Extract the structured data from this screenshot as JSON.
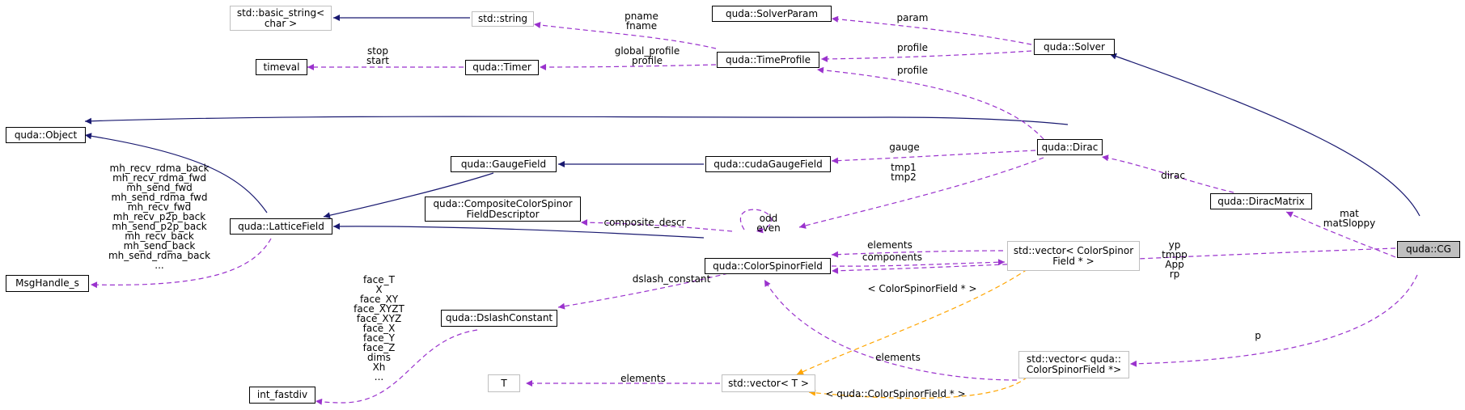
{
  "nodes": {
    "basic_string": "std::basic_string<\nchar >",
    "std_string": "std::string",
    "solver_param": "quda::SolverParam",
    "solver": "quda::Solver",
    "timeval": "timeval",
    "timer": "quda::Timer",
    "time_profile": "quda::TimeProfile",
    "object": "quda::Object",
    "gauge_field": "quda::GaugeField",
    "cuda_gauge_field": "quda::cudaGaugeField",
    "dirac": "quda::Dirac",
    "composite_descr": "quda::CompositeColorSpinor\nFieldDescriptor",
    "lattice_field": "quda::LatticeField",
    "msg_handle": "MsgHandle_s",
    "dirac_matrix": "quda::DiracMatrix",
    "color_spinor_field": "quda::ColorSpinorField",
    "vector_csf_ptr": "std::vector< ColorSpinor\nField * >",
    "cg": "quda::CG",
    "dslash_constant": "quda::DslashConstant",
    "t": "T",
    "vector_t": "std::vector< T >",
    "vector_quda_csf": "std::vector< quda::\nColorSpinorField *>",
    "int_fastdiv": "int_fastdiv"
  },
  "edge_labels": {
    "pname_fname": "pname\nfname",
    "param": "param",
    "stop_start": "stop\nstart",
    "global_profile": "global_profile\nprofile",
    "profile_solver": "profile",
    "profile_dirac": "profile",
    "gauge": "gauge",
    "tmp": "tmp1\ntmp2",
    "dirac": "dirac",
    "mat": "mat\nmatSloppy",
    "msg_members": "mh_recv_rdma_back\nmh_recv_rdma_fwd\nmh_send_fwd\nmh_send_rdma_fwd\nmh_recv_fwd\nmh_recv_p2p_back\nmh_send_p2p_back\nmh_recv_back\nmh_send_back\nmh_send_rdma_back\n...",
    "odd_even": "odd\neven",
    "composite_descr": "composite_descr",
    "elements_vec": "elements",
    "components": "components",
    "cg_fields": "yp\ntmpp\nApp\nrp",
    "dslash_constant": "dslash_constant",
    "template_csf": "< ColorSpinorField * >",
    "face_members": "face_T\nX\nface_XY\nface_XYZT\nface_XYZ\nface_X\nface_Y\nface_Z\ndims\nXh\n...",
    "p": "p",
    "elements_csf": "elements",
    "elements_t": "elements",
    "template_quda_csf": "< quda::ColorSpinorField * >"
  },
  "colors": {
    "inheritance": "#191970",
    "usage": "#9a32cd",
    "template": "#ffa500",
    "focus_fill": "#bfbfbf",
    "grey_border": "#bfbfbf"
  }
}
